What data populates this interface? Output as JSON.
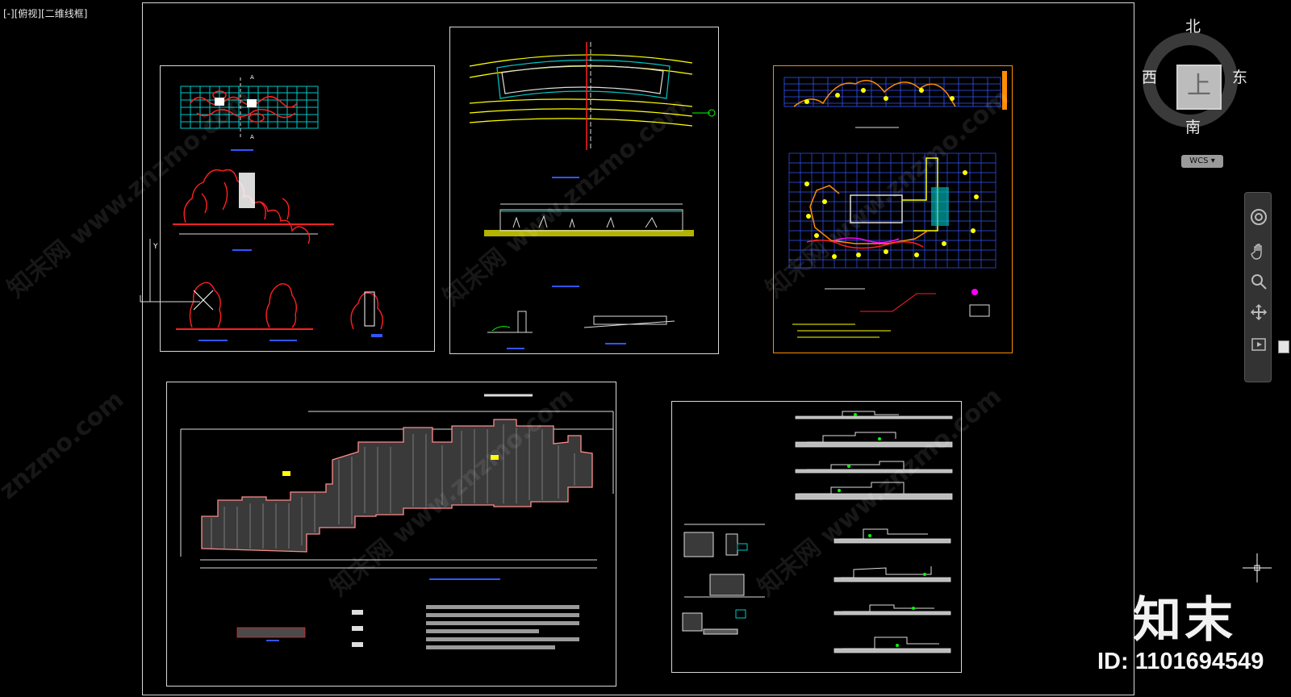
{
  "viewport": {
    "label": "[-][俯视][二维线框]"
  },
  "viewcube": {
    "north": "北",
    "south": "南",
    "west": "西",
    "east": "东",
    "face": "上",
    "coord_system": "WCS"
  },
  "navbar": {
    "tools": [
      "steering-wheel-icon",
      "pan-icon",
      "zoom-icon",
      "orbit-icon",
      "showmotion-icon"
    ]
  },
  "watermark": {
    "brand": "知末",
    "site": "znzmo.com",
    "id_text": "ID: 1101694549"
  },
  "colors": {
    "background": "#000000",
    "red": "#ff2020",
    "cyan": "#00c8c8",
    "yellow": "#ffff00",
    "white": "#e0e0e0",
    "orange": "#ff8c00",
    "blue": "#3355ff",
    "green": "#00ff00"
  }
}
